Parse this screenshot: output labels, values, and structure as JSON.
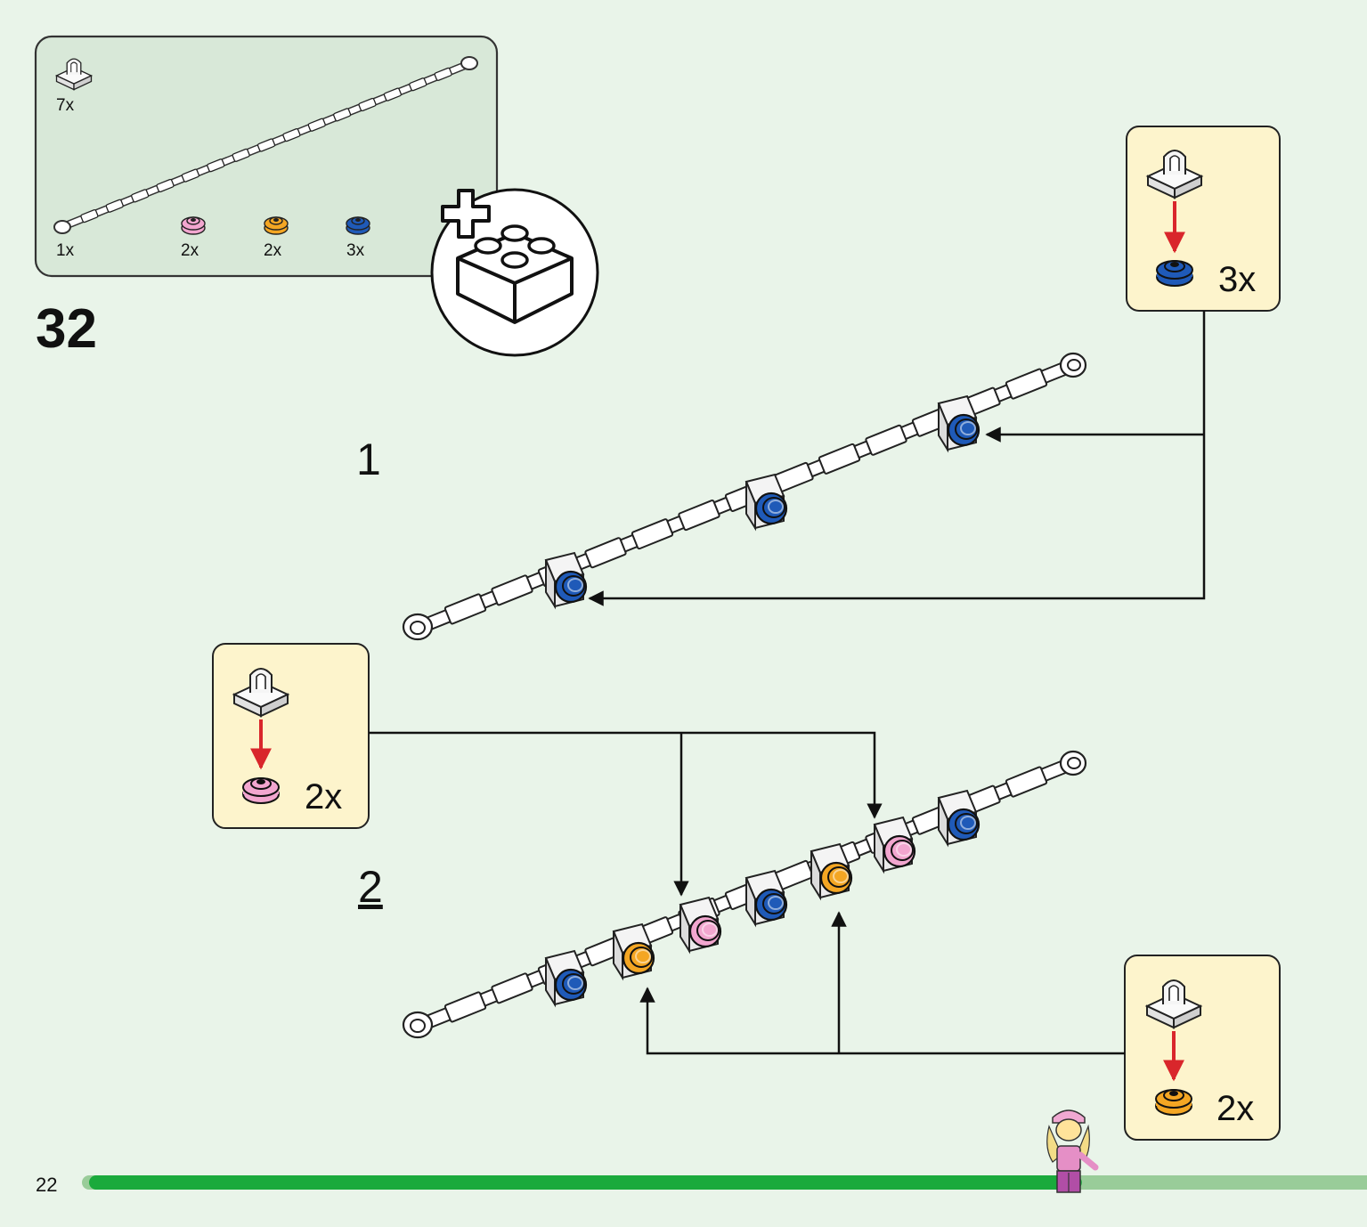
{
  "step_number": "32",
  "page_number": "22",
  "progress_fraction": 0.77,
  "colors": {
    "page_bg": "#e9f4e9",
    "parts_box_bg": "#d8e8d8",
    "callout_bg": "#fdf4cc",
    "progress_done": "#1aaa3c",
    "progress_todo": "#99cc99",
    "arrow_red": "#d9262b",
    "blue": "#1f5ab8",
    "pink": "#f2a6cf",
    "orange": "#f4a623"
  },
  "parts_list": {
    "items": [
      {
        "part": "clip-plate-icon",
        "qty": "7x"
      },
      {
        "part": "bar-chain-icon",
        "qty": "1x"
      },
      {
        "part": "pink-round-plate-icon",
        "qty": "2x"
      },
      {
        "part": "orange-round-plate-icon",
        "qty": "2x"
      },
      {
        "part": "blue-round-plate-icon",
        "qty": "3x"
      }
    ],
    "extra_bricks_badge": "extra-brick-icon"
  },
  "substeps": [
    {
      "number": "1",
      "callout_qty": "3x",
      "callout_color": "blue"
    },
    {
      "number": "2",
      "callout_pink_qty": "2x",
      "callout_orange_qty": "2x"
    }
  ]
}
